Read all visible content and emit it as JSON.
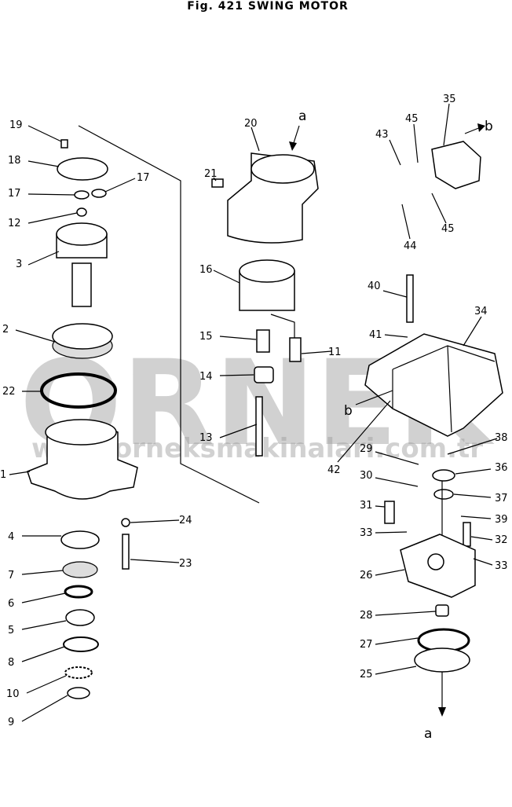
{
  "title": "Fig. 421   SWING MOTOR",
  "watermark": {
    "brand": "ORNEK",
    "url": "www.orneksmakinalari.com.tr"
  },
  "callouts": [
    "19",
    "18",
    "17",
    "17",
    "12",
    "3",
    "2",
    "22",
    "1",
    "24",
    "4",
    "23",
    "7",
    "6",
    "5",
    "8",
    "10",
    "9",
    "20",
    "a",
    "21",
    "16",
    "15",
    "11",
    "14",
    "13",
    "35",
    "b",
    "45",
    "43",
    "45",
    "44",
    "40",
    "34",
    "41",
    "b",
    "38",
    "42",
    "29",
    "36",
    "30",
    "37",
    "31",
    "39",
    "33",
    "32",
    "33",
    "26",
    "28",
    "27",
    "25",
    "a"
  ]
}
